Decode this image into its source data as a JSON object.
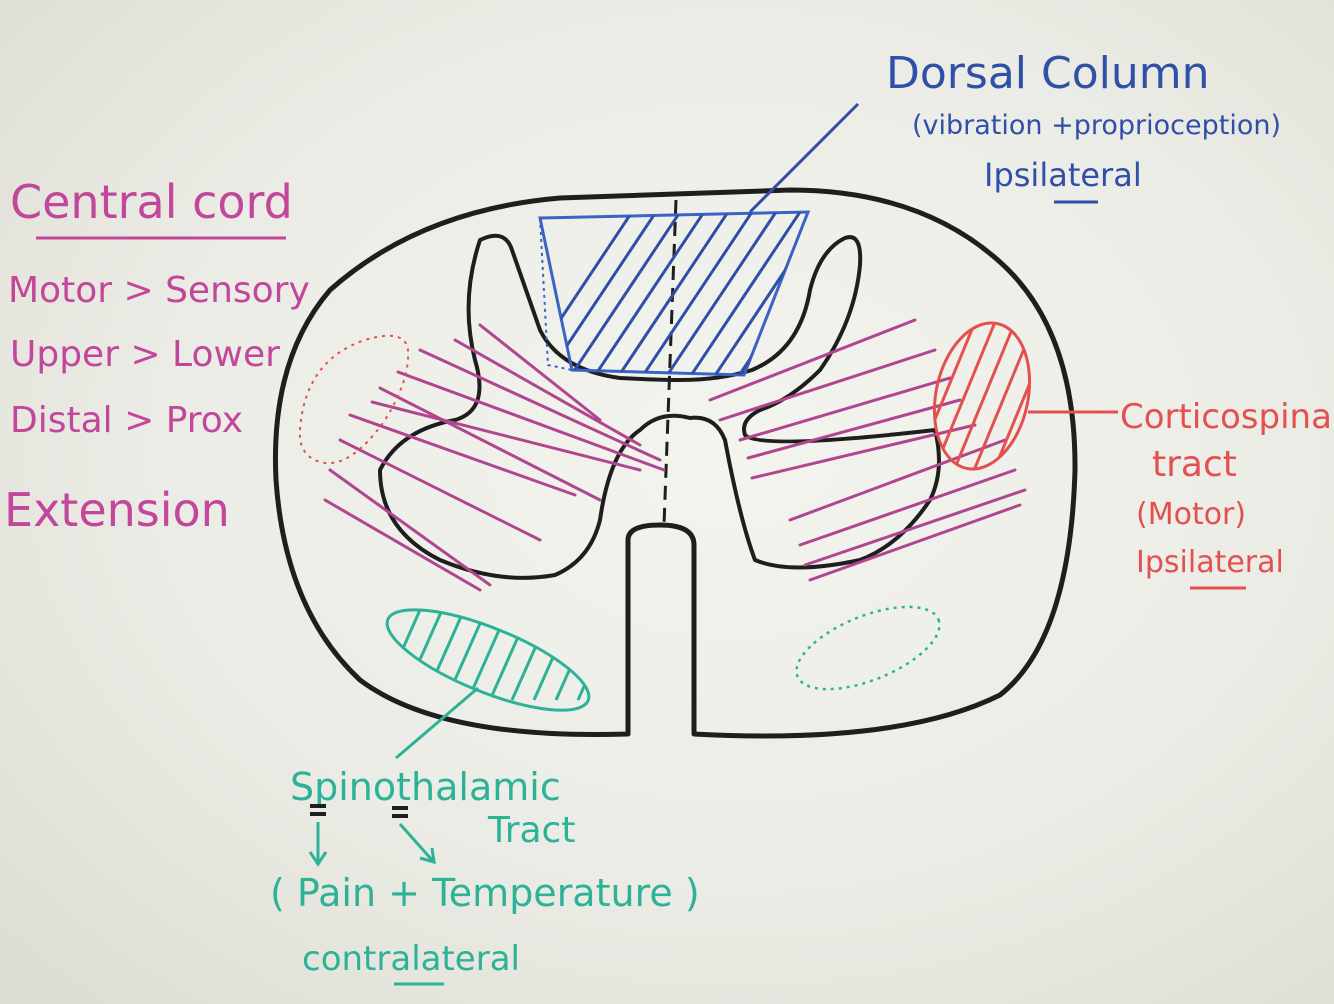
{
  "dorsal_column": {
    "title": "Dorsal Column",
    "detail": "(vibration +proprioception)",
    "side": "Ipsilateral",
    "color": "#2f4fa8"
  },
  "central_cord": {
    "title": "Central cord",
    "items": [
      "Motor > Sensory",
      "Upper > Lower",
      "Distal > Prox",
      "Extension"
    ],
    "color": "#c2469a"
  },
  "corticospinal": {
    "title": "Corticospinal",
    "line2": "tract",
    "detail": "(Motor)",
    "side": "Ipsilateral",
    "color": "#e2504f"
  },
  "spinothalamic": {
    "title": "Spinothalamic",
    "line2": "Tract",
    "detail": "( Pain + Temperature )",
    "side": "contralateral",
    "color": "#2bb297"
  },
  "outline_color": "#1e1e1e",
  "central_lines_color": "#b0468f"
}
